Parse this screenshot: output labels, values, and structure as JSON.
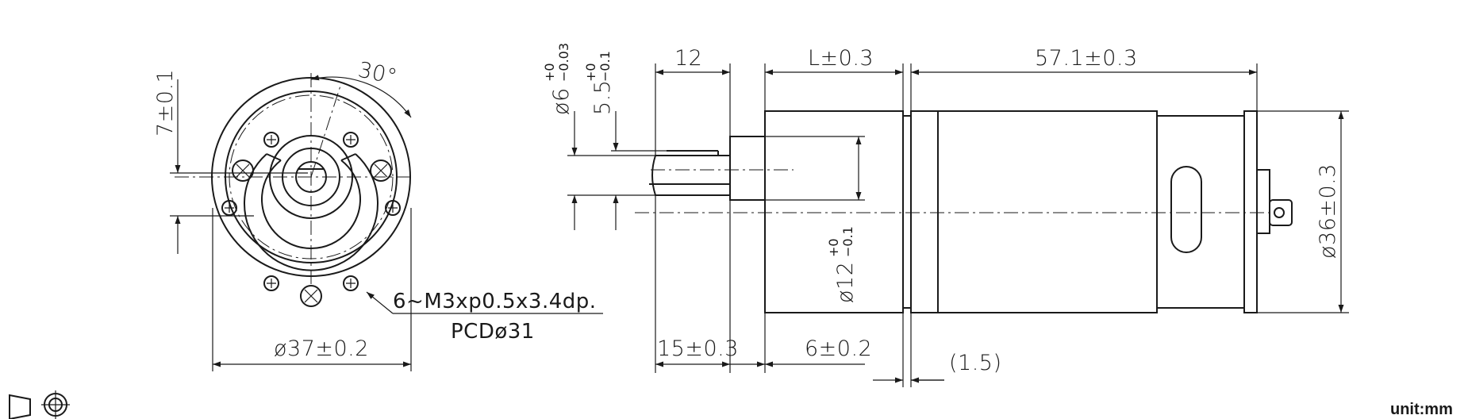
{
  "front_view": {
    "angle": "30°",
    "height_dim": "7±0.1",
    "diameter_dim": "ø37±0.2",
    "hole_note": "6~M3xp0.5x3.4dp.",
    "pcd_note": "PCDø31"
  },
  "side_view": {
    "shaft_dia": {
      "base": "ø6",
      "upper": "+0",
      "lower": "−0.03"
    },
    "flat_dim": {
      "base": "5.5",
      "upper": "+0",
      "lower": "−0.1"
    },
    "boss_dia": {
      "base": "ø12",
      "upper": "+0",
      "lower": "−0.1"
    },
    "shaft_length": "12",
    "gearbox_length": "L±0.3",
    "motor_length": "57.1±0.3",
    "motor_diameter": "ø36±0.3",
    "shaft_total": "15±0.3",
    "boss_length": "6±0.2",
    "gap": "(1.5)"
  },
  "footer": {
    "unit": "unit:mm"
  }
}
